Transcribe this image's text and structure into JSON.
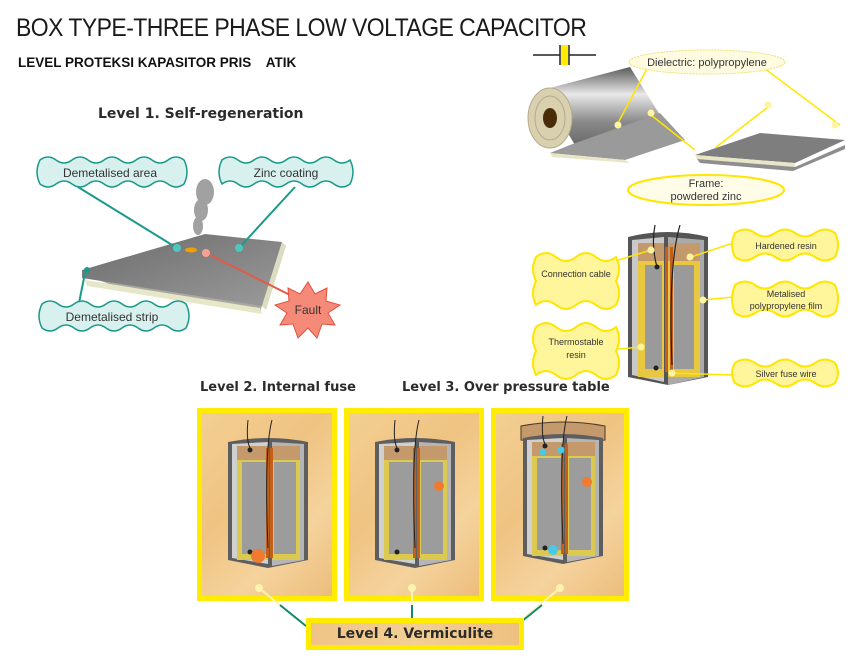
{
  "title": "BOX TYPE-THREE PHASE LOW VOLTAGE CAPACITOR",
  "subtitle": "LEVEL PROTEKSI KAPASITOR PRIS    ATIK",
  "symbol": "capacitor-symbol",
  "level1": {
    "title": "Level 1. Self-regeneration",
    "labels": {
      "demetalised_area": "Demetalised area",
      "zinc_coating": "Zinc coating",
      "demetalised_strip": "Demetalised strip",
      "fault": "Fault"
    }
  },
  "film": {
    "dielectric": "Dielectric: polypropylene",
    "frame_line1": "Frame:",
    "frame_line2": "powdered zinc"
  },
  "cutaway": {
    "connection_cable": "Connection cable",
    "thermostable_line1": "Thermostable",
    "thermostable_line2": "resin",
    "hardened_resin": "Hardened resin",
    "metalised_line1": "Metalised",
    "metalised_line2": "polypropylene film",
    "silver_fuse": "Silver fuse wire"
  },
  "level2": {
    "title": "Level 2. Internal fuse"
  },
  "level3": {
    "title": "Level 3. Over pressure table"
  },
  "level4": {
    "title": "Level 4. Vermiculite"
  },
  "colors": {
    "teal": "#1a9a8a",
    "callout_teal_fill": "#d8f0ee",
    "yellow": "#ffec00",
    "callout_yellow_fill": "#fff59a",
    "fault_fill": "#f58a78"
  }
}
